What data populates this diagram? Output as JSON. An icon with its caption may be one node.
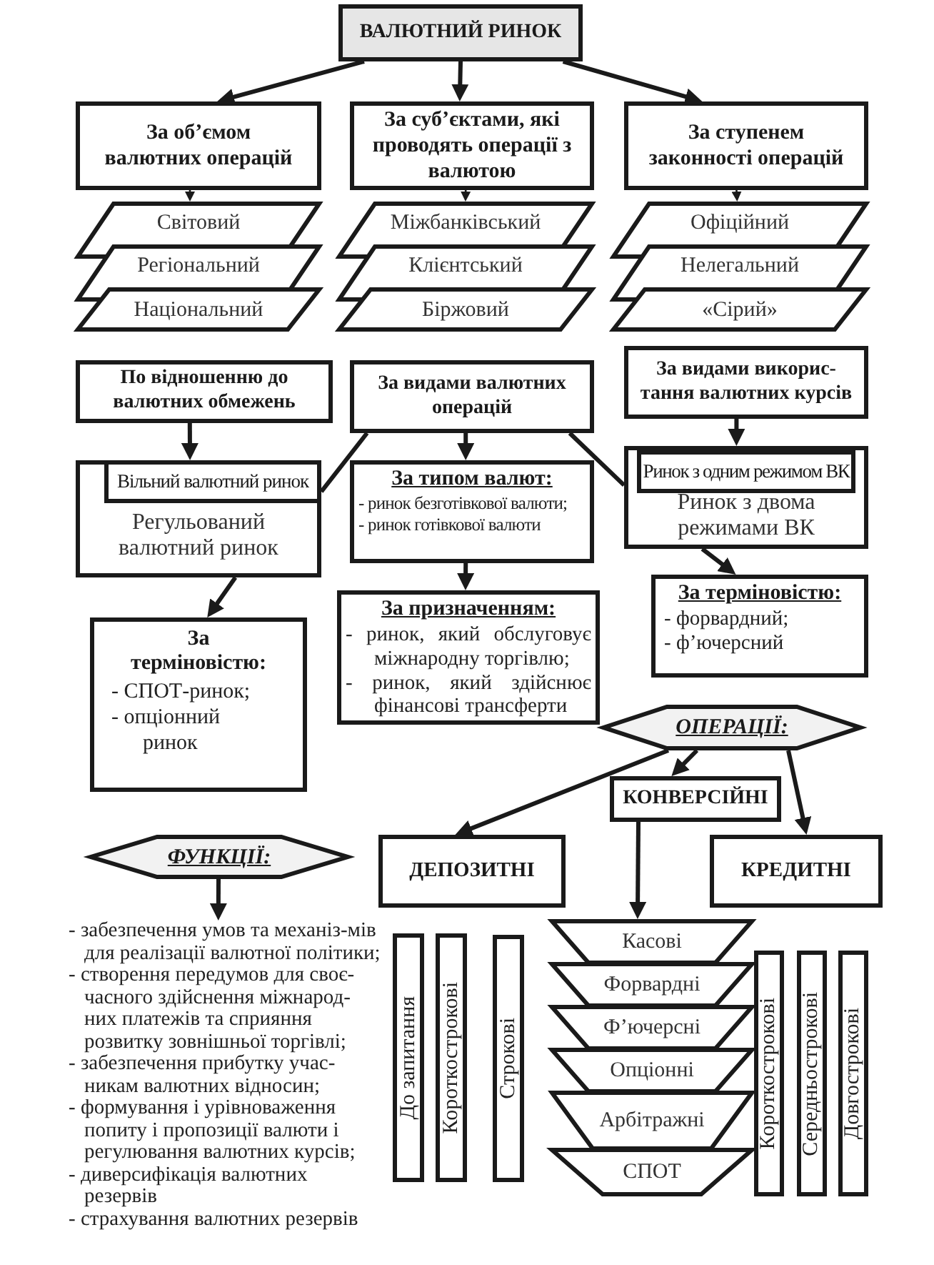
{
  "diagram": {
    "nodes": [
      {
        "text": [
          "ВАЛЮТНИЙ РИНОК"
        ]
      },
      {
        "text": [
          "За об’ємом валютних операцій"
        ]
      },
      {
        "text": [
          "За суб’єктами, які проводять операції з валютою"
        ]
      },
      {
        "text": [
          "За ступенем законності операцій"
        ]
      },
      {
        "text": [
          "Світовий"
        ]
      },
      {
        "text": [
          "Регіональний"
        ]
      },
      {
        "text": [
          "Національний"
        ]
      },
      {
        "text": [
          "Міжбанківський"
        ]
      },
      {
        "text": [
          "Клієнтський"
        ]
      },
      {
        "text": [
          "Біржовий"
        ]
      },
      {
        "text": [
          "Офіційний"
        ]
      },
      {
        "text": [
          "Нелегальний"
        ]
      },
      {
        "text": [
          "«Сірий»"
        ]
      },
      {
        "text": [
          "По відношенню до валютних обмежень"
        ]
      },
      {
        "text": [
          "За видами валютних операцій"
        ]
      },
      {
        "text": [
          "За видами викорис-тання валютних курсів"
        ]
      },
      {
        "text": [
          "Регульований валютний ринок"
        ]
      },
      {
        "text": [
          "Вільний валютний ринок"
        ],
        "in": 16
      },
      {
        "text": [
          "За типом валют:",
          "- ринок безготівкової валюти;",
          "- ринок готівкової валюти"
        ]
      },
      {
        "text": [
          "Ринок з двома режимами ВК"
        ]
      },
      {
        "text": [
          "Ринок з одним режимом ВК"
        ],
        "in": 19
      },
      {
        "text": [
          "За терміновістю:",
          "- СПОТ-ринок;",
          "- опціонний ринок"
        ]
      },
      {
        "text": [
          "За призначенням:",
          "- ринок, який обслуговує міжнародну торгівлю;",
          "- ринок, який здійснює фінансові трансферти"
        ]
      },
      {
        "text": [
          "За терміновістю:",
          "- форвардний;",
          "- ф’ючерсний"
        ]
      },
      {
        "text": [
          "ОПЕРАЦІЇ:"
        ]
      },
      {
        "text": [
          "КОНВЕРСІЙНІ"
        ]
      },
      {
        "text": [
          "ФУНКЦІЇ:"
        ]
      },
      {
        "text": [
          "ДЕПОЗИТНІ"
        ]
      },
      {
        "text": [
          "КРЕДИТНІ"
        ]
      },
      {
        "text": [
          "- забезпечення умов та механіз-мів для реалізації валютної політики;",
          "- створення передумов для своє-часного здійснення міжнарод-них платежів та сприяння розвитку зовнішньої торгівлі;",
          "- забезпечення прибутку учас-никам валютних відносин;",
          "- формування і урівноваження попиту і пропозиції валюти і регулювання валютних курсів;",
          "- диверсифікація валютних резервів",
          "- страхування валютних резервів"
        ]
      },
      {
        "text": [
          "До запитання"
        ]
      },
      {
        "text": [
          "Короткострокові"
        ]
      },
      {
        "text": [
          "Строкові"
        ]
      },
      {
        "text": [
          "Касові"
        ]
      },
      {
        "text": [
          "Форвардні"
        ]
      },
      {
        "text": [
          "Ф’ючерсні"
        ]
      },
      {
        "text": [
          "Опціонні"
        ]
      },
      {
        "text": [
          "Арбітражні"
        ]
      },
      {
        "text": [
          "СПОТ"
        ]
      },
      {
        "text": [
          "Короткострокові"
        ]
      },
      {
        "text": [
          "Середньострокові"
        ]
      },
      {
        "text": [
          "Довгострокові"
        ]
      }
    ],
    "edges": [
      {
        "from": 0,
        "to": 1,
        "arrow": "to"
      },
      {
        "from": 0,
        "to": 2,
        "arrow": "to"
      },
      {
        "from": 0,
        "to": 3,
        "arrow": "to"
      },
      {
        "from": 1,
        "to": 4,
        "arrow": "to"
      },
      {
        "from": 2,
        "to": 7,
        "arrow": "to"
      },
      {
        "from": 3,
        "to": 10,
        "arrow": "to"
      },
      {
        "from": 13,
        "to": 17,
        "arrow": "to"
      },
      {
        "from": 14,
        "to": 17,
        "arrow": "none"
      },
      {
        "from": 14,
        "to": 18,
        "arrow": "to"
      },
      {
        "from": 14,
        "to": 19,
        "arrow": "none"
      },
      {
        "from": 15,
        "to": 19,
        "arrow": "to"
      },
      {
        "from": 16,
        "to": 21,
        "arrow": "to"
      },
      {
        "from": 18,
        "to": 22,
        "arrow": "to"
      },
      {
        "from": 19,
        "to": 23,
        "arrow": "to"
      },
      {
        "from": 24,
        "to": 25,
        "arrow": "to"
      },
      {
        "from": 24,
        "to": 27,
        "arrow": "to"
      },
      {
        "from": 24,
        "to": 28,
        "arrow": "to"
      },
      {
        "from": 25,
        "to": 33,
        "arrow": "to"
      },
      {
        "from": 26,
        "to": 29,
        "arrow": "to"
      }
    ]
  }
}
